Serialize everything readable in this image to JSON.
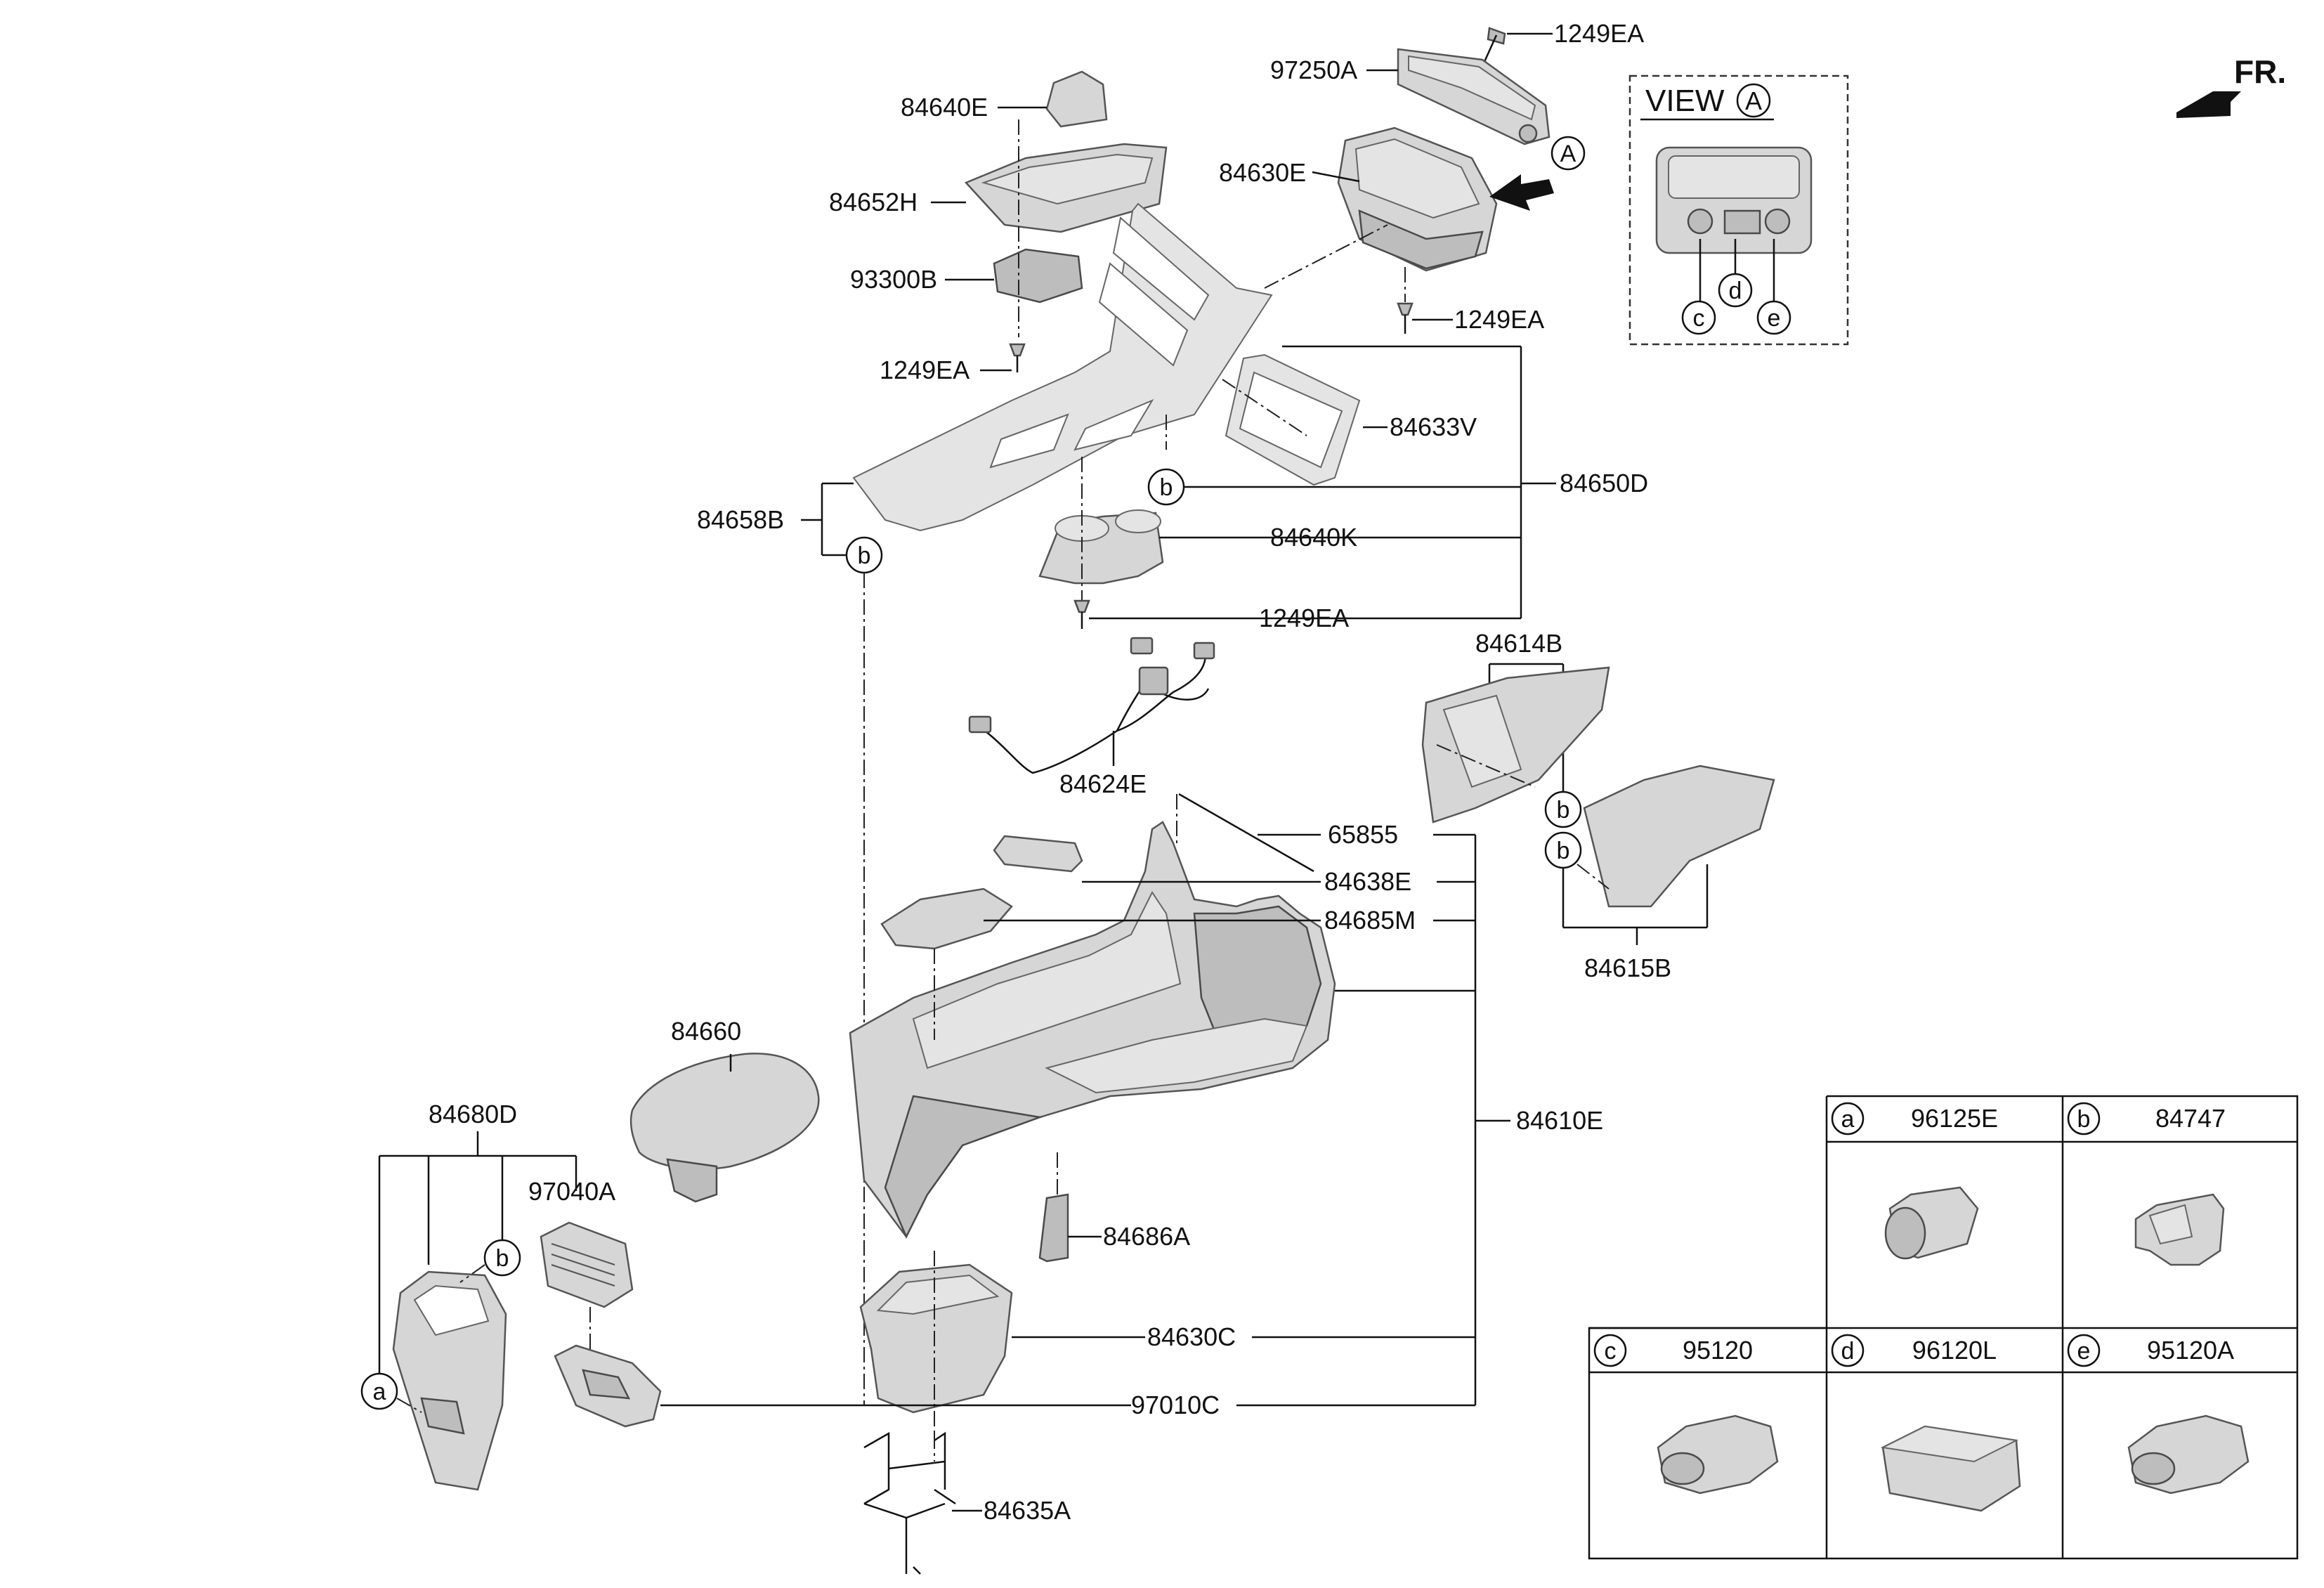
{
  "front_marker": "FR.",
  "view": {
    "title": "VIEW",
    "marker": "A",
    "callouts": [
      "c",
      "d",
      "e"
    ]
  },
  "view_arrow_marker": "A",
  "callout_letters": {
    "b": "b",
    "a": "a"
  },
  "labels": {
    "l_1249EA_top": "1249EA",
    "l_97250A": "97250A",
    "l_84640E": "84640E",
    "l_84630E": "84630E",
    "l_84652H": "84652H",
    "l_93300B": "93300B",
    "l_1249EA_right": "1249EA",
    "l_1249EA_left": "1249EA",
    "l_84633V": "84633V",
    "l_84650D": "84650D",
    "l_84658B": "84658B",
    "l_84640K": "84640K",
    "l_1249EA_bottom": "1249EA",
    "l_84614B": "84614B",
    "l_84624E": "84624E",
    "l_65855": "65855",
    "l_84638E": "84638E",
    "l_84685M": "84685M",
    "l_84615B": "84615B",
    "l_84660": "84660",
    "l_84680D": "84680D",
    "l_97040A": "97040A",
    "l_84610E": "84610E",
    "l_84686A": "84686A",
    "l_84630C": "84630C",
    "l_97010C": "97010C",
    "l_84635A": "84635A"
  },
  "legend": {
    "cells": [
      {
        "letter": "a",
        "part": "96125E"
      },
      {
        "letter": "b",
        "part": "84747"
      },
      {
        "letter": "c",
        "part": "95120"
      },
      {
        "letter": "d",
        "part": "96120L"
      },
      {
        "letter": "e",
        "part": "95120A"
      }
    ]
  }
}
